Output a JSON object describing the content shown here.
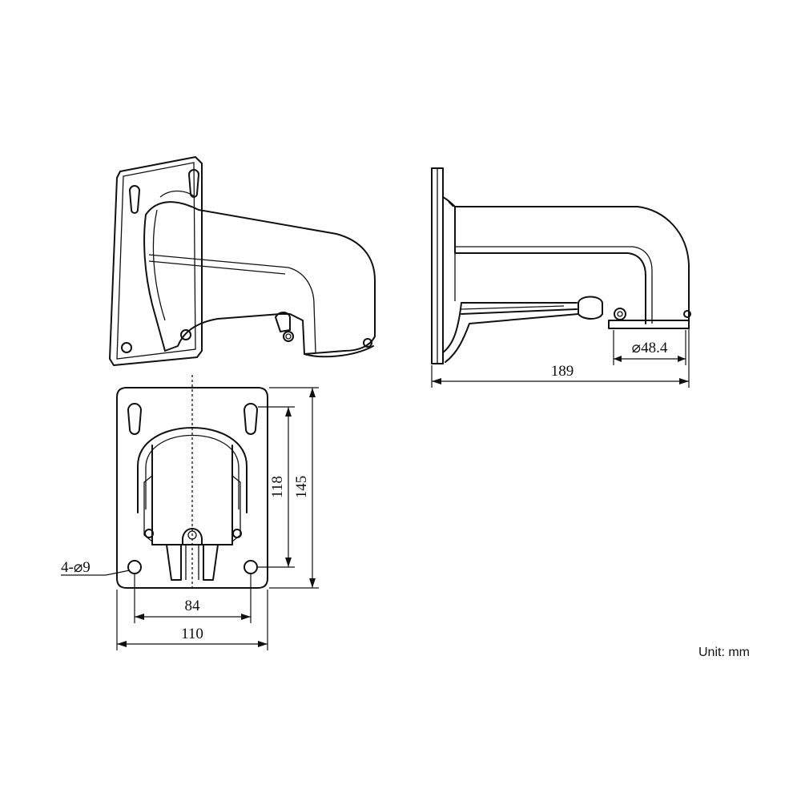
{
  "dimensions": {
    "depth": "189",
    "pipe_diameter": "⌀48.4",
    "hole_spacing_vertical": "118",
    "plate_height": "145",
    "hole_spacing_horizontal": "84",
    "plate_width": "110",
    "holes": "4-⌀9"
  },
  "unit_label": "Unit: mm"
}
